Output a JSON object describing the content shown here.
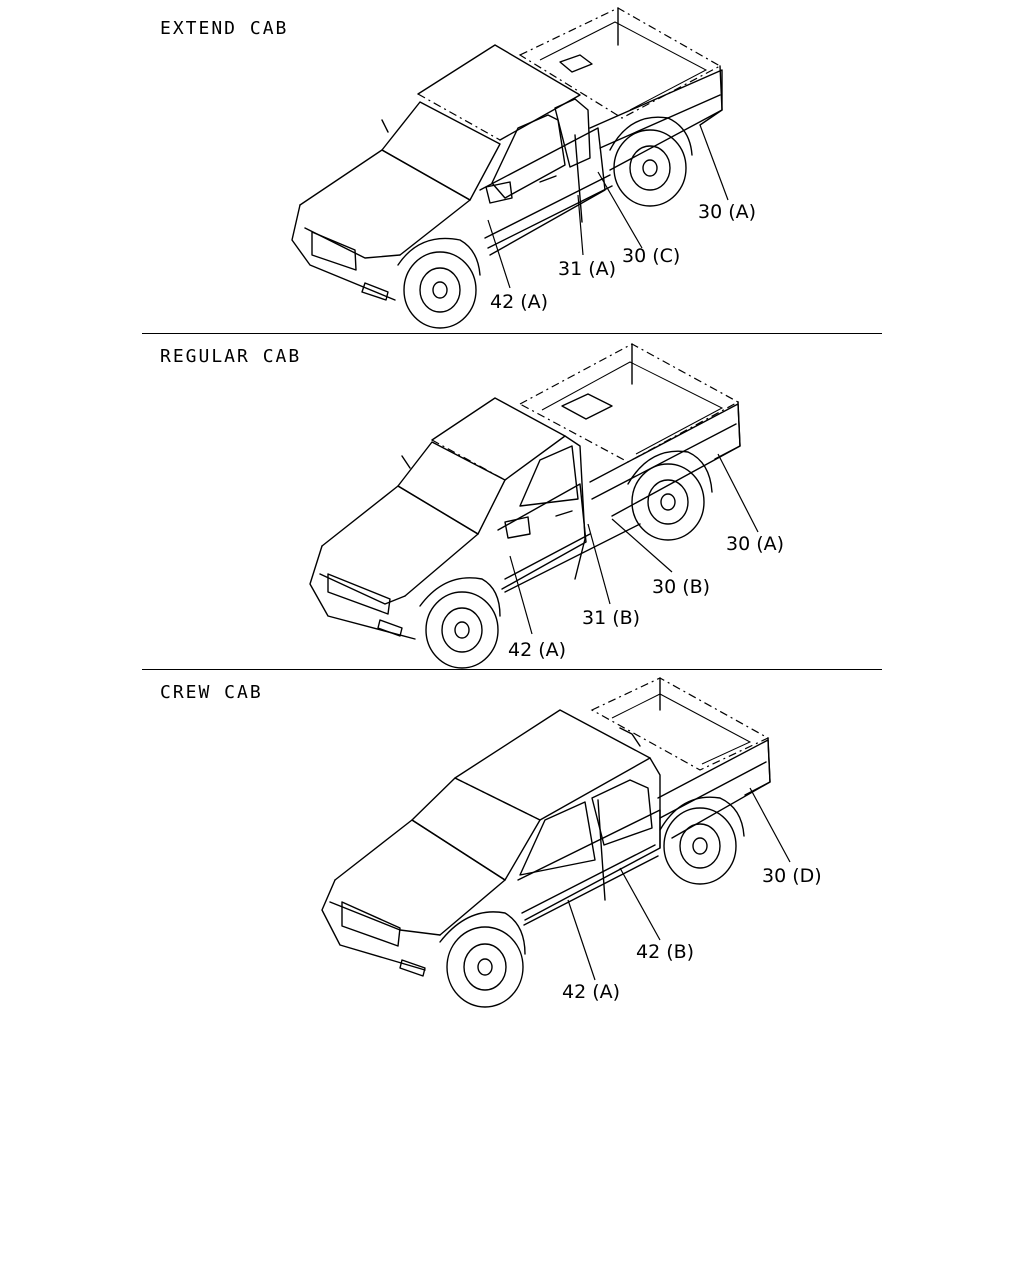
{
  "sections": [
    {
      "title": "EXTEND CAB",
      "callouts": [
        "30 (A)",
        "30 (C)",
        "31 (A)",
        "42 (A)"
      ]
    },
    {
      "title": "REGULAR CAB",
      "callouts": [
        "30 (A)",
        "30 (B)",
        "31 (B)",
        "42 (A)"
      ]
    },
    {
      "title": "CREW CAB",
      "callouts": [
        "30 (D)",
        "42 (B)",
        "42 (A)"
      ]
    }
  ]
}
